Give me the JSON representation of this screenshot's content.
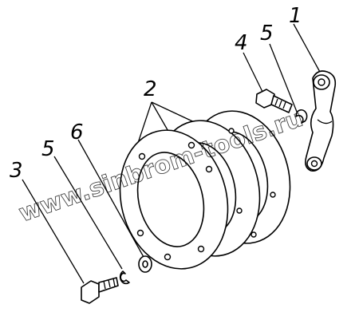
{
  "callouts": {
    "label_1": "1",
    "label_2": "2",
    "label_3": "3",
    "label_4": "4",
    "label_5_top": "5",
    "label_5_left": "5",
    "label_6": "6"
  },
  "watermark": {
    "text": "www.sinbrom-tools.ru"
  },
  "colors": {
    "ink": "#000000",
    "paper": "#ffffff"
  }
}
